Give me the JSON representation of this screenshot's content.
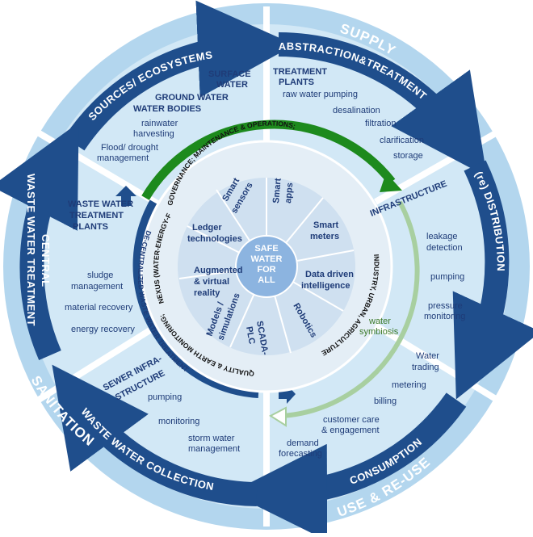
{
  "outer_labels": {
    "supply": "SUPPLY",
    "use_reuse": "USE & RE-USE",
    "sanitation": "SANITATION"
  },
  "bands": {
    "sources": "SOURCES/ ECOSYSTEMS",
    "abstraction": "ABSTRACTION&TREATMENT",
    "distribution": "(re) DISTRIBUTION",
    "consumption": "CONSUMPTION",
    "collection": "WASTE WATER COLLECTION",
    "central_treatment_1": "CENTRAL",
    "central_treatment_2": "WASTE WATER TREATMENT"
  },
  "sources": {
    "surface_water_1": "SURFACE",
    "surface_water_2": "WATER",
    "ground_water_1": "GROUND WATER",
    "ground_water_2": "WATER BODIES",
    "rainwater_1": "rainwater",
    "rainwater_2": "harvesting",
    "flood_1": "Flood/ drought",
    "flood_2": "management"
  },
  "treatment": {
    "plants_1": "TREATMENT",
    "plants_2": "PLANTS",
    "items": [
      "raw water pumping",
      "desalination",
      "filtration",
      "clarification",
      "storage"
    ]
  },
  "distribution": {
    "infrastructure": "INFRASTRUCTURE",
    "leakage_1": "leakage",
    "leakage_2": "detection",
    "pumping": "pumping",
    "pressure_1": "pressure",
    "pressure_2": "monitoring"
  },
  "consumption": {
    "water_symbiosis_1": "water",
    "water_symbiosis_2": "symbiosis",
    "trading_1": "Water",
    "trading_2": "trading",
    "metering": "metering",
    "billing": "billing",
    "customer_1": "customer care",
    "customer_2": "& engagement",
    "demand_1": "demand",
    "demand_2": "forecasting"
  },
  "collection": {
    "sewer_1": "SEWER INFRA-",
    "sewer_2": "STRUCTURE",
    "pumping": "pumping",
    "monitoring": "monitoring",
    "storm_1": "storm water",
    "storm_2": "management"
  },
  "central": {
    "plants_1": "WASTE WATER",
    "plants_2": "TREATMENT",
    "plants_3": "PLANTS",
    "sludge_1": "sludge",
    "sludge_2": "management",
    "material": "material recovery",
    "energy": "energy recovery"
  },
  "decentralized": "DE-CENTRALIZED WASTE WATER TREATMENT",
  "inner_ring": {
    "governance": "GOVERNANCE; MAINTENANCE & OPERATIONS;",
    "industry": "INDUSTRY, URBAN, AGRICULTURE",
    "quality": "QUALITY & EARTH MONITORING;",
    "nexus": "NEXUS (WATER-ENERGY-FOOD);"
  },
  "technologies": {
    "smart_sensors_1": "Smart",
    "smart_sensors_2": "sensors",
    "smart_apps_1": "Smart",
    "smart_apps_2": "apps",
    "smart_meters_1": "Smart",
    "smart_meters_2": "meters",
    "data_1": "Data driven",
    "data_2": "intelligence",
    "robotics": "Robotics",
    "scada_1": "SCADA-",
    "scada_2": "PLC",
    "models_1": "Models /",
    "models_2": "simulations",
    "augmented_1": "Augmented",
    "augmented_2": "& virtual",
    "augmented_3": "reality",
    "ledger_1": "Ledger",
    "ledger_2": "technologies"
  },
  "center": {
    "line1": "SAFE",
    "line2": "WATER",
    "line3": "FOR",
    "line4": "ALL"
  },
  "colors": {
    "outer": "#b3d6ee",
    "middle": "#d2e8f6",
    "band": "#1f4e8c",
    "inner": "#e4eef6",
    "hub": "#8cb4e0",
    "green": "#1d8a1d"
  }
}
